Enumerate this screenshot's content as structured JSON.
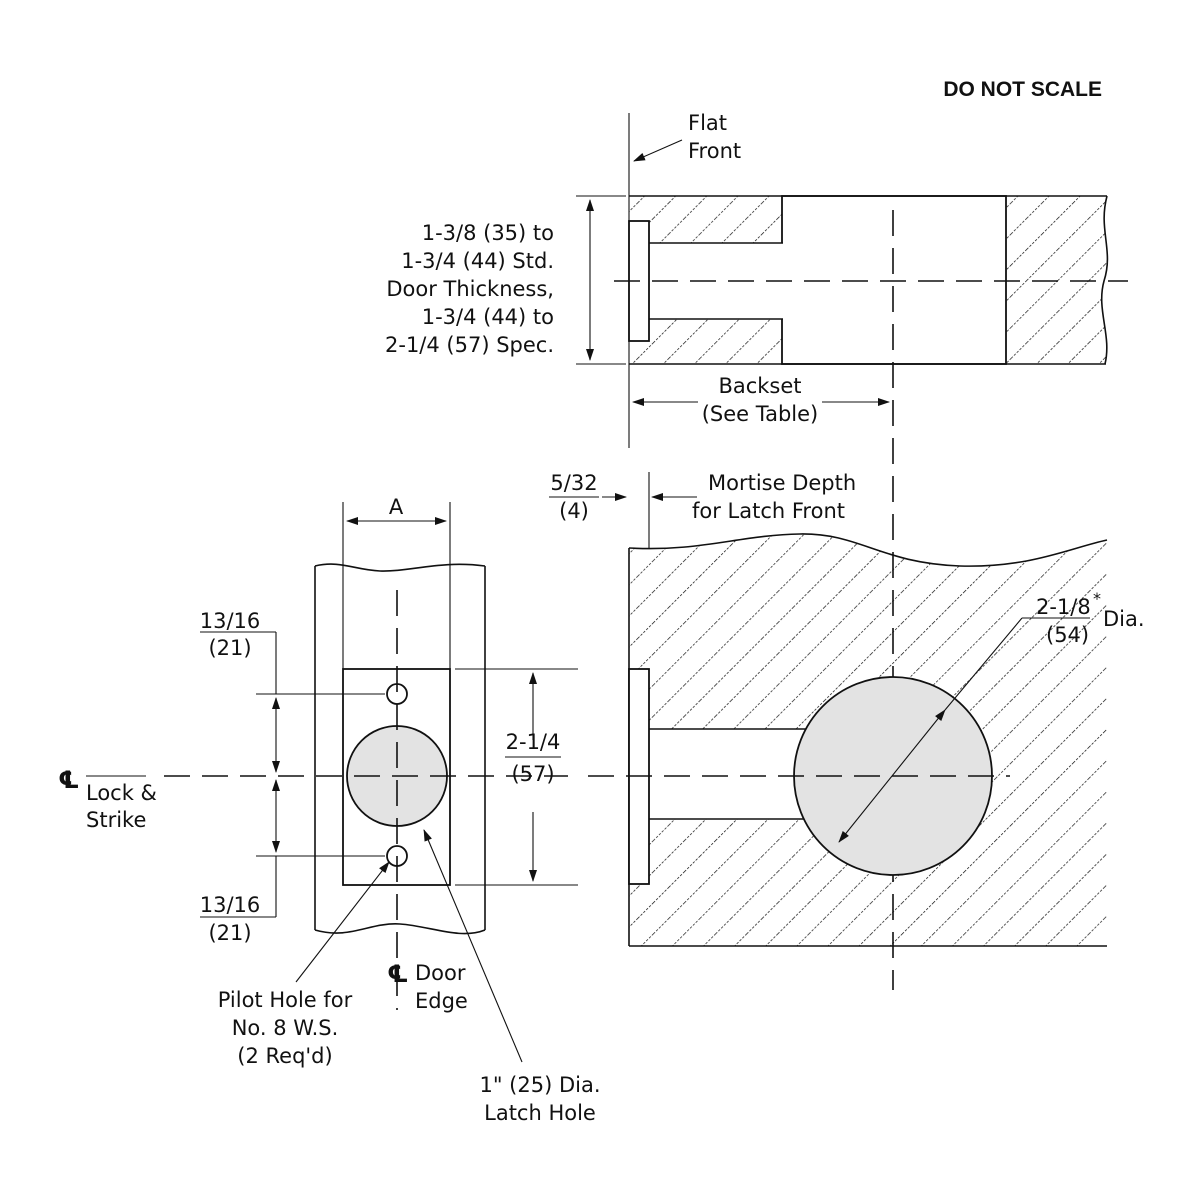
{
  "header": {
    "do_not_scale": "DO NOT SCALE"
  },
  "top_view": {
    "flat_front": [
      "Flat",
      "Front"
    ],
    "door_thickness": [
      "1-3/8 (35) to",
      "1-3/4 (44) Std.",
      "Door Thickness,",
      "1-3/4 (44) to",
      "2-1/4 (57) Spec."
    ],
    "backset": [
      "Backset",
      "(See Table)"
    ]
  },
  "mortise": {
    "fraction": "5/32",
    "metric": "(4)",
    "label": [
      "Mortise Depth",
      "for Latch Front"
    ]
  },
  "door_edge": {
    "dim_a": "A",
    "top_offset": {
      "fraction": "13/16",
      "metric": "(21)"
    },
    "bottom_offset": {
      "fraction": "13/16",
      "metric": "(21)"
    },
    "height": {
      "fraction": "2-1/4",
      "metric": "(57)"
    },
    "centerline_symbol": "℄",
    "lock_strike": [
      "Lock &",
      "Strike"
    ],
    "door_edge_label": [
      "Door",
      "Edge"
    ],
    "pilot_hole": [
      "Pilot Hole for",
      "No. 8 W.S.",
      "(2 Req'd)"
    ],
    "latch_hole": [
      "1\" (25) Dia.",
      "Latch Hole"
    ]
  },
  "bore": {
    "fraction": "2-1/8",
    "asterisk": "*",
    "metric": "(54)",
    "dia": "Dia."
  }
}
